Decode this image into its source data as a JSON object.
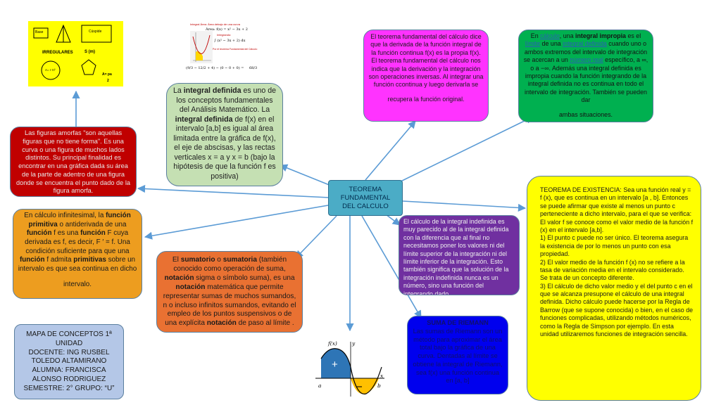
{
  "center": {
    "lines": [
      "TEOREMA",
      "FUNDAMENTAL",
      "DEL CALCULO"
    ]
  },
  "colors": {
    "red": "#c00000",
    "green_light": "#c5e0b3",
    "magenta": "#ff33ff",
    "green": "#00b050",
    "teal": "#4bacc6",
    "purple": "#7030a0",
    "yellow": "#ffff00",
    "orange": "#ed9d1f",
    "orange_dark": "#e97132",
    "blue": "#0000ee",
    "light_blue": "#b4c7e7",
    "arrow": "#5b9bd5"
  },
  "figuras": {
    "text": "Las figuras amorfas \"son aquellas figuras que no tiene forma\". Es una curva o una figura de muchos lados distintos. Su principal finalidad es encontrar en una gráfica dada su área de la parte de adentro de una figura donde se encuentra el punto dado de la figura amorfa."
  },
  "irregulares_image": {
    "title": "IRREGULARES",
    "labels": [
      "Base",
      "Cúspide",
      "S (m)",
      "A= r·π²",
      "A= pa",
      "2"
    ]
  },
  "integral_image": {
    "caption": "Integral Área: Área debajo de una curva",
    "formula": "Área: f(x) = x² − 3x + 2",
    "step1": "Integrando:",
    "step2": "∫ (x² − 3x + 2) dx",
    "step3": "Por el teorema Fundamental del Cálculo:",
    "result_left": "(9/3 − 12/2 + 4) − (0 − 0 + 0) =",
    "result_right": "68/3"
  },
  "integral_definida": {
    "p1": "La ",
    "b1": "integral definida",
    "p2": " es uno de los conceptos fundamentales del Análisis Matemático. La ",
    "b2": "integral definida",
    "p3": " de f(x) en el intervalo [a,b] es igual al área limitada entre la gráfica de f(x), el eje de abscisas, y las rectas verticales x = a y x = b (bajo la hipótesis de que la función f es positiva)"
  },
  "teorema_derivada": {
    "lines": [
      "El teorema fundamental del cálculo dice que la derivada de la función integral de la función continua f(x) es la propia f(x).",
      "El teorema fundamental del cálculo nos indica que la derivación y la integración son operaciones inversas. Al integrar una función ccontinua y luego derivarla se",
      "recupera la función original."
    ]
  },
  "impropia": {
    "t1": "En ",
    "l1": "cálculo",
    "t2": ", una ",
    "b1": "integral impropia",
    "t3": " es el ",
    "l2": "límite",
    "t4": " de una ",
    "l3": "integral definida",
    "t5": " cuando uno o ambos extremos del intervalo de integración se acercan a un ",
    "l4": "número real",
    "t6": " específico, a ∞, o a −∞. Además una integral definida es impropia cuando la función integrando de la integral definida no es continua en todo el intervalo de integración. También se pueden dar",
    "t7": "ambas situaciones."
  },
  "primitiva": {
    "t1": "En cálculo infinitesimal, la ",
    "b1": "función primitiva",
    "t2": " o antiderivada de una ",
    "b2": "función",
    "t3": " f es una ",
    "b3": "función",
    "t4": " F cuya derivada es f, es decir, F ′ = f. Una condición suficiente para que una ",
    "b4": "función",
    "t5": " f admita ",
    "b5": "primitivas",
    "t6": " sobre un intervalo es que sea continua en dicho",
    "t7": "intervalo."
  },
  "sumatorio": {
    "t1": "El ",
    "b1": "sumatorio",
    "t2": " o ",
    "b2": "sumatoria",
    "t3": " (también conocido como operación de suma, ",
    "b3": "notación",
    "t4": " sigma o símbolo suma), es una ",
    "b4": "notación",
    "t5": " matemática que permite representar sumas de muchos sumandos, n o incluso infinitos sumandos, evitando el empleo de los puntos suspensivos o de una explícita ",
    "b5": "notación",
    "t6": " de paso al límite ."
  },
  "indefinida": {
    "text": "El cálculo de la integral indefinida es muy parecido al de la integral definida con la diferencia que al final no necesitamos poner los valores ni del límite superior de la integración ni del límite inferior de la integración. Esto también significa que la solución de la integración indefinida nunca es un número, sino una función del integrando dado."
  },
  "existencia": {
    "lines": [
      "TEOREMA DE EXISTENCIA: Sea una función real y = f (x), que es continua en un intervalo [a , b]. Entonces se puede afirmar que existe al menos un punto c perteneciente a dicho intervalo, para el que se verifica:",
      "El valor f  se conoce como el valor medio de la función f (x) en el intervalo [a,b].",
      "1) El punto c puede no ser único. El teorema asegura la existencia de por lo menos un punto con esa propiedad.",
      "2) El valor medio de la función f (x) no se refiere a la tasa de variación media en el intervalo considerado. Se trata de un concepto diferente.",
      "3) El cálculo de dicho valor medio y el del punto c en el que se alcanza presupone el cálculo de una integral definida. Dicho cálculo puede hacerse por la Regla de Barrow (que se supone conocida) o bien, en el caso de funciones complicadas, utilizando métodos numéricos, como la Regla de Simpson por ejemplo. En esta unidad utilizaremos funciones de integración sencilla."
    ]
  },
  "riemann": {
    "title": "SUMA DE RIEMANN",
    "text": "Las sumas de Riemann son un método para aproximar el área total bajo la gráfica de una curva. Dentadas al límite se obtiene la integral de Riemann, sea f(x) una función continua en [a, b]"
  },
  "riemann_graph": {
    "fx": "f(x)",
    "y": "y",
    "a": "a",
    "b": "b",
    "x": "x",
    "plus": "+",
    "minus": "−"
  },
  "mapa": {
    "lines": [
      "MAPA DE CONCEPTOS 1ª UNIDAD",
      "DOCENTE: ING RUSBEL TOLEDO ALTAMIRANO",
      "ALUMNA: FRANCISCA ALONSO RODRIGUEZ",
      "SEMESTRE: 2° GRUPO: “U”"
    ]
  }
}
